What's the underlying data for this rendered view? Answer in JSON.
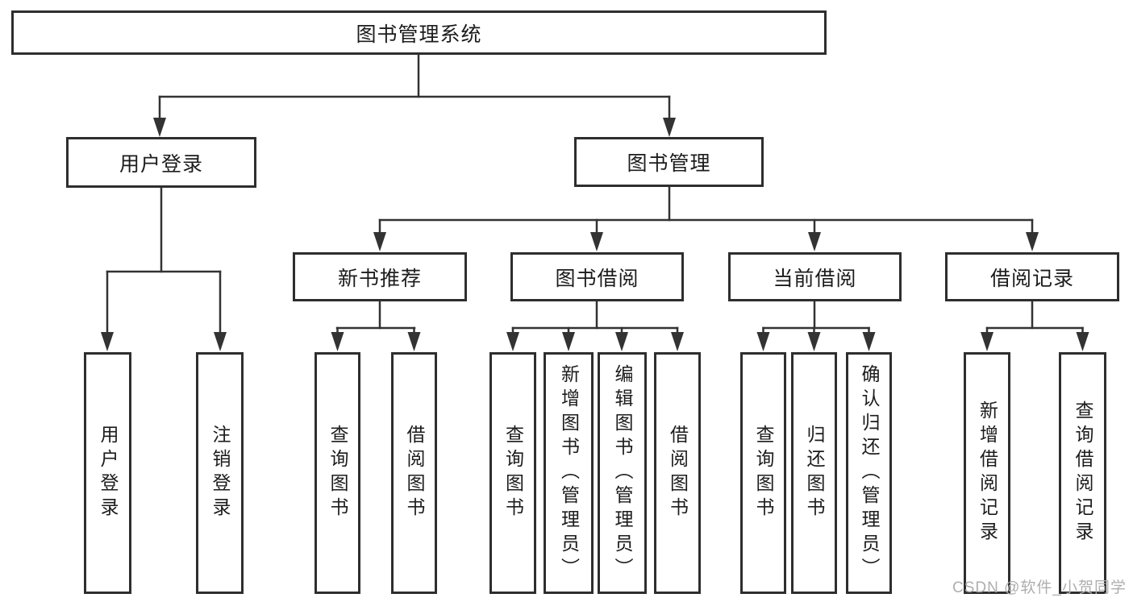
{
  "root": {
    "label": "图书管理系统"
  },
  "level2": {
    "user_login": {
      "label": "用户登录"
    },
    "book_mgmt": {
      "label": "图书管理"
    }
  },
  "level3": {
    "new_book_rec": {
      "label": "新书推荐"
    },
    "book_borrow": {
      "label": "图书借阅"
    },
    "current_borrow": {
      "label": "当前借阅"
    },
    "borrow_records": {
      "label": "借阅记录"
    }
  },
  "leaves": {
    "user_login_leaf": {
      "label": "用户登录"
    },
    "logout": {
      "label": "注销登录"
    },
    "rec_query_books": {
      "label": "查询图书"
    },
    "rec_borrow_books": {
      "label": "借阅图书"
    },
    "bb_query_books": {
      "label": "查询图书"
    },
    "bb_add_books": {
      "label": "新增图书（管理员）"
    },
    "bb_edit_books": {
      "label": "编辑图书（管理员）"
    },
    "bb_borrow_books": {
      "label": "借阅图书"
    },
    "cb_query_books": {
      "label": "查询图书"
    },
    "cb_return_books": {
      "label": "归还图书"
    },
    "cb_confirm_return": {
      "label": "确认归还（管理员）"
    },
    "br_add_record": {
      "label": "新增借阅记录"
    },
    "br_query_record": {
      "label": "查询借阅记录"
    }
  },
  "watermark": "CSDN @软件_小贺同学",
  "colors": {
    "line": "#333333",
    "box_border": "#2e2e2e",
    "text": "#1c1c1c",
    "background": "#ffffff",
    "watermark": "#aeaeae"
  }
}
